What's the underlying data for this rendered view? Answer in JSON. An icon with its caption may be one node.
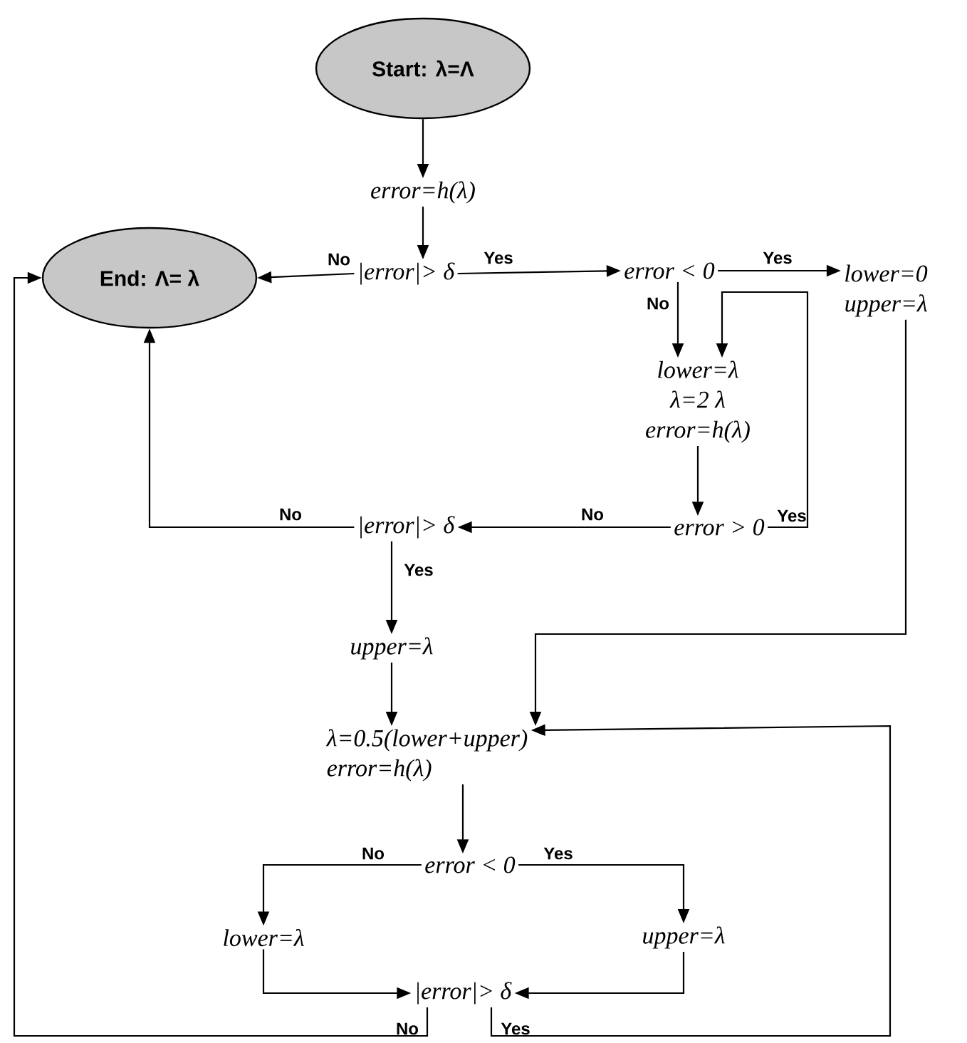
{
  "diagram": {
    "nodes": [
      {
        "text": [
          "Start: λ=Λ"
        ]
      },
      {
        "text": [
          "error=h(λ)"
        ]
      },
      {
        "text": [
          "|error|> δ"
        ]
      },
      {
        "text": [
          "End: Λ= λ"
        ]
      },
      {
        "text": [
          "error < 0"
        ]
      },
      {
        "text": [
          "lower=0",
          "upper=λ"
        ]
      },
      {
        "text": [
          "lower=λ",
          "λ=2 λ",
          "error=h(λ)"
        ]
      },
      {
        "text": [
          "error > 0"
        ]
      },
      {
        "text": [
          "|error|> δ"
        ]
      },
      {
        "text": [
          "upper=λ"
        ]
      },
      {
        "text": [
          "λ=0.5(lower+upper)",
          "error=h(λ)"
        ]
      },
      {
        "text": [
          "error < 0"
        ]
      },
      {
        "text": [
          "lower=λ"
        ]
      },
      {
        "text": [
          "upper=λ"
        ]
      },
      {
        "text": [
          "|error|> δ"
        ]
      }
    ],
    "edges": [
      {
        "from": 0,
        "to": 1,
        "arrow": "to"
      },
      {
        "from": 1,
        "to": 2,
        "arrow": "to"
      },
      {
        "from": 2,
        "to": 3,
        "arrow": "to",
        "label": "No"
      },
      {
        "from": 2,
        "to": 4,
        "arrow": "to",
        "label": "Yes"
      },
      {
        "from": 4,
        "to": 5,
        "arrow": "to",
        "label": "Yes"
      },
      {
        "from": 4,
        "to": 6,
        "arrow": "to",
        "label": "No"
      },
      {
        "from": 7,
        "to": 6,
        "arrow": "to",
        "label": "Yes"
      },
      {
        "from": 6,
        "to": 7,
        "arrow": "to"
      },
      {
        "from": 7,
        "to": 8,
        "arrow": "to",
        "label": "No"
      },
      {
        "from": 8,
        "to": 3,
        "arrow": "to",
        "label": "No"
      },
      {
        "from": 8,
        "to": 9,
        "arrow": "to",
        "label": "Yes"
      },
      {
        "from": 9,
        "to": 10,
        "arrow": "to"
      },
      {
        "from": 5,
        "to": 10,
        "arrow": "to"
      },
      {
        "from": 10,
        "to": 11,
        "arrow": "to"
      },
      {
        "from": 11,
        "to": 12,
        "arrow": "to",
        "label": "No"
      },
      {
        "from": 11,
        "to": 13,
        "arrow": "to",
        "label": "Yes"
      },
      {
        "from": 12,
        "to": 14,
        "arrow": "to"
      },
      {
        "from": 13,
        "to": 14,
        "arrow": "to"
      },
      {
        "from": 14,
        "to": 3,
        "arrow": "to",
        "label": "No"
      },
      {
        "from": 14,
        "to": 10,
        "arrow": "to",
        "label": "Yes"
      }
    ]
  }
}
